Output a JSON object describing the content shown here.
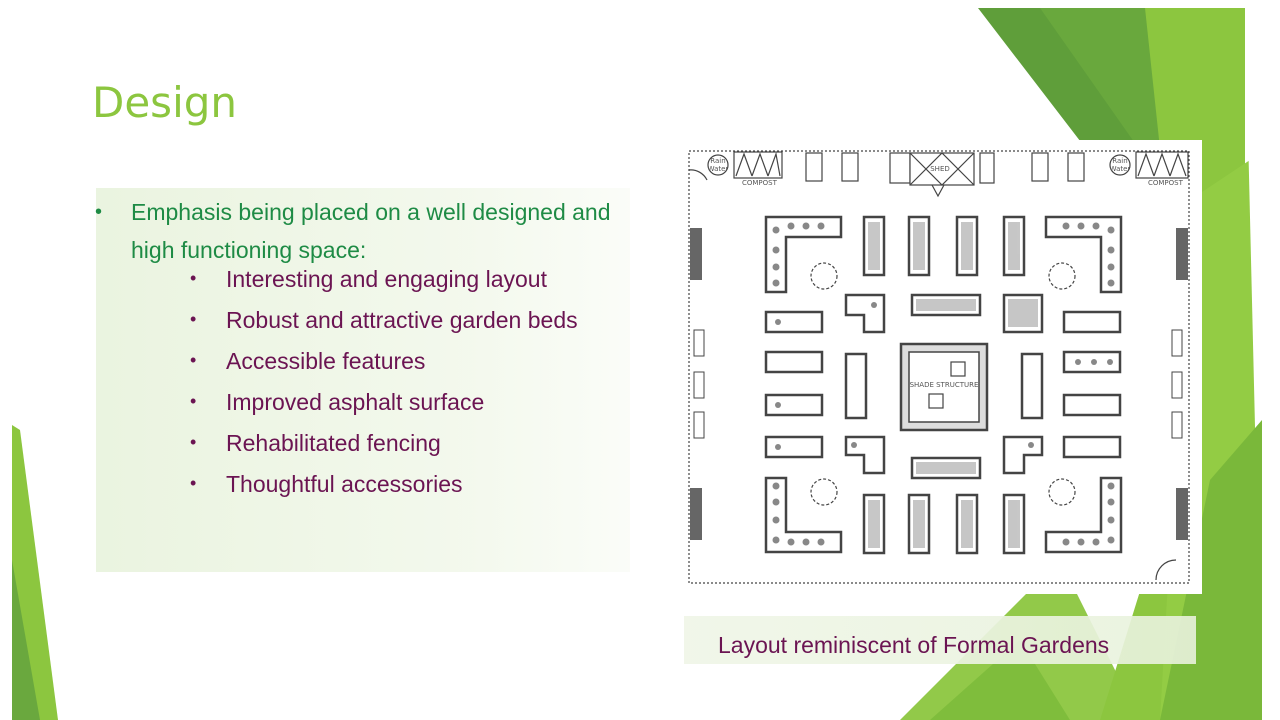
{
  "slide": {
    "title": "Design",
    "main_bullet": "Emphasis being placed on a well designed and high functioning space:",
    "sub_bullets": [
      "Interesting and engaging layout",
      "Robust and attractive garden beds",
      "Accessible features",
      "Improved asphalt surface",
      "Rehabilitated fencing",
      "Thoughtful accessories"
    ],
    "caption": "Layout reminiscent of Formal Gardens",
    "bullet_glyph": "•"
  },
  "plan": {
    "shed_label": "SHED",
    "shade_label": "SHADE STRUCTURE",
    "compost_label": "COMPOST",
    "rain_label_1": "Rain",
    "rain_label_2": "Water"
  },
  "colors": {
    "title": "#8cc63f",
    "main_bullet": "#1e8b45",
    "sub_bullet": "#6b1452",
    "accent_dark": "#5b9a2e",
    "accent_light": "#8cc63f"
  }
}
